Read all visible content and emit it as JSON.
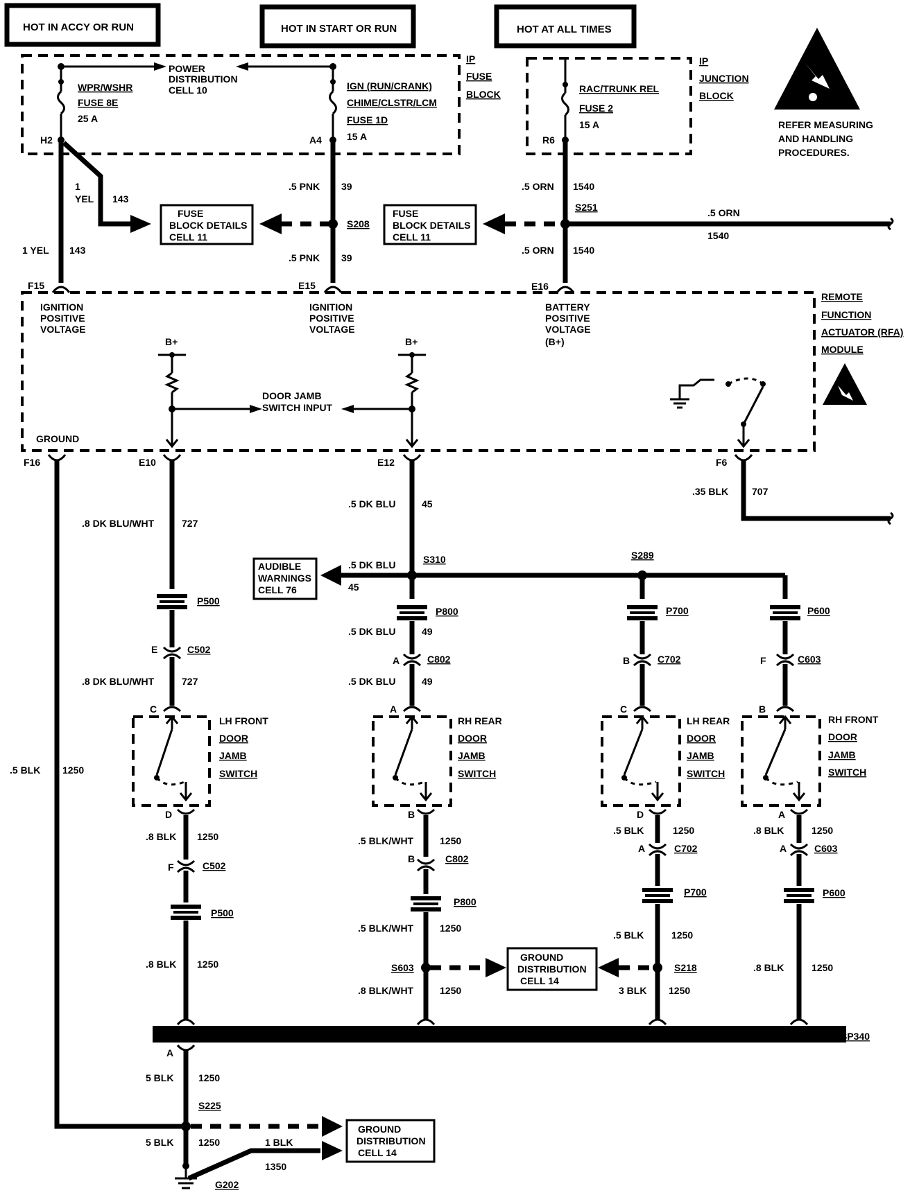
{
  "headers": {
    "accy": "HOT IN ACCY OR RUN",
    "start": "HOT IN START OR RUN",
    "always": "HOT AT ALL TIMES"
  },
  "ip_fuse_block": {
    "label": [
      "IP",
      "FUSE",
      "BLOCK"
    ],
    "pdc": [
      "POWER",
      "DISTRIBUTION",
      "CELL 10"
    ],
    "fuse_8e": [
      "WPR/WSHR",
      "FUSE 8E",
      "25 A"
    ],
    "fuse_1d": [
      "IGN (RUN/CRANK)",
      "CHIME/CLSTR/LCM",
      "FUSE 1D",
      "15 A"
    ],
    "pin_h2": "H2",
    "pin_a4": "A4"
  },
  "ip_junction_block": {
    "label": [
      "IP",
      "JUNCTION",
      "BLOCK"
    ],
    "fuse_2": [
      "RAC/TRUNK REL",
      "FUSE 2",
      "15 A"
    ],
    "pin_r6": "R6"
  },
  "esd_note": [
    "REFER MEASURING",
    "AND HANDLING",
    "PROCEDURES."
  ],
  "wires": {
    "yel_gauge_a": "1",
    "yel_color_a": "YEL",
    "yel_circuit_a": "143",
    "yel_lower": "1 YEL",
    "yel_lower_circuit": "143",
    "pnk": ".5 PNK",
    "pnk_circuit": "39",
    "orn": ".5 ORN",
    "orn_circuit": "1540",
    "dkbluwht": ".8 DK BLU/WHT",
    "dkbluwht_circuit": "727",
    "dkblu": ".5 DK BLU",
    "dkblu_circuit_45": "45",
    "dkblu_circuit_49": "49",
    "blk35": ".35 BLK",
    "blk35_circuit": "707",
    "blk5": ".5 BLK",
    "blk8": ".8 BLK",
    "blkwht5": ".5 BLK/WHT",
    "blkwht8": ".8 BLK/WHT",
    "blk3": "3 BLK",
    "blk5n": "5 BLK",
    "blk1": "1 BLK",
    "c1250": "1250",
    "c1350": "1350"
  },
  "splices": {
    "s208": "S208",
    "s251": "S251",
    "s310": "S310",
    "s289": "S289",
    "s603": "S603",
    "s218": "S218",
    "s225": "S225",
    "sp340": "SP340",
    "g202": "G202"
  },
  "refs": {
    "fuse_block_details": [
      "FUSE",
      "BLOCK DETAILS",
      "CELL 11"
    ],
    "audible": [
      "AUDIBLE",
      "WARNINGS",
      "CELL 76"
    ],
    "ground_dist": [
      "GROUND",
      "DISTRIBUTION",
      "CELL 14"
    ]
  },
  "rfa_module": {
    "label": [
      "REMOTE",
      "FUNCTION",
      "ACTUATOR (RFA)",
      "MODULE"
    ],
    "ign_pos_v": [
      "IGNITION",
      "POSITIVE",
      "VOLTAGE"
    ],
    "bat_pos_v": [
      "BATTERY",
      "POSITIVE",
      "VOLTAGE",
      "(B+)"
    ],
    "b_plus": "B+",
    "door_jamb_input": [
      "DOOR JAMB",
      "SWITCH INPUT"
    ],
    "ground": "GROUND",
    "pins": {
      "f15": "F15",
      "e15": "E15",
      "e16": "E16",
      "f16": "F16",
      "e10": "E10",
      "e12": "E12",
      "f6": "F6"
    }
  },
  "connectors": {
    "p500": "P500",
    "c502": "C502",
    "p800": "P800",
    "c802": "C802",
    "p700": "P700",
    "c702": "C702",
    "p600": "P600",
    "c603": "C603",
    "pin_a": "A",
    "pin_b": "B",
    "pin_c": "C",
    "pin_d": "D",
    "pin_e": "E",
    "pin_f": "F"
  },
  "switches": {
    "lh_front": [
      "LH FRONT",
      "DOOR",
      "JAMB",
      "SWITCH"
    ],
    "rh_rear": [
      "RH REAR",
      "DOOR",
      "JAMB",
      "SWITCH"
    ],
    "lh_rear": [
      "LH REAR",
      "DOOR",
      "JAMB",
      "SWITCH"
    ],
    "rh_front": [
      "RH FRONT",
      "DOOR",
      "JAMB",
      "SWITCH"
    ]
  }
}
